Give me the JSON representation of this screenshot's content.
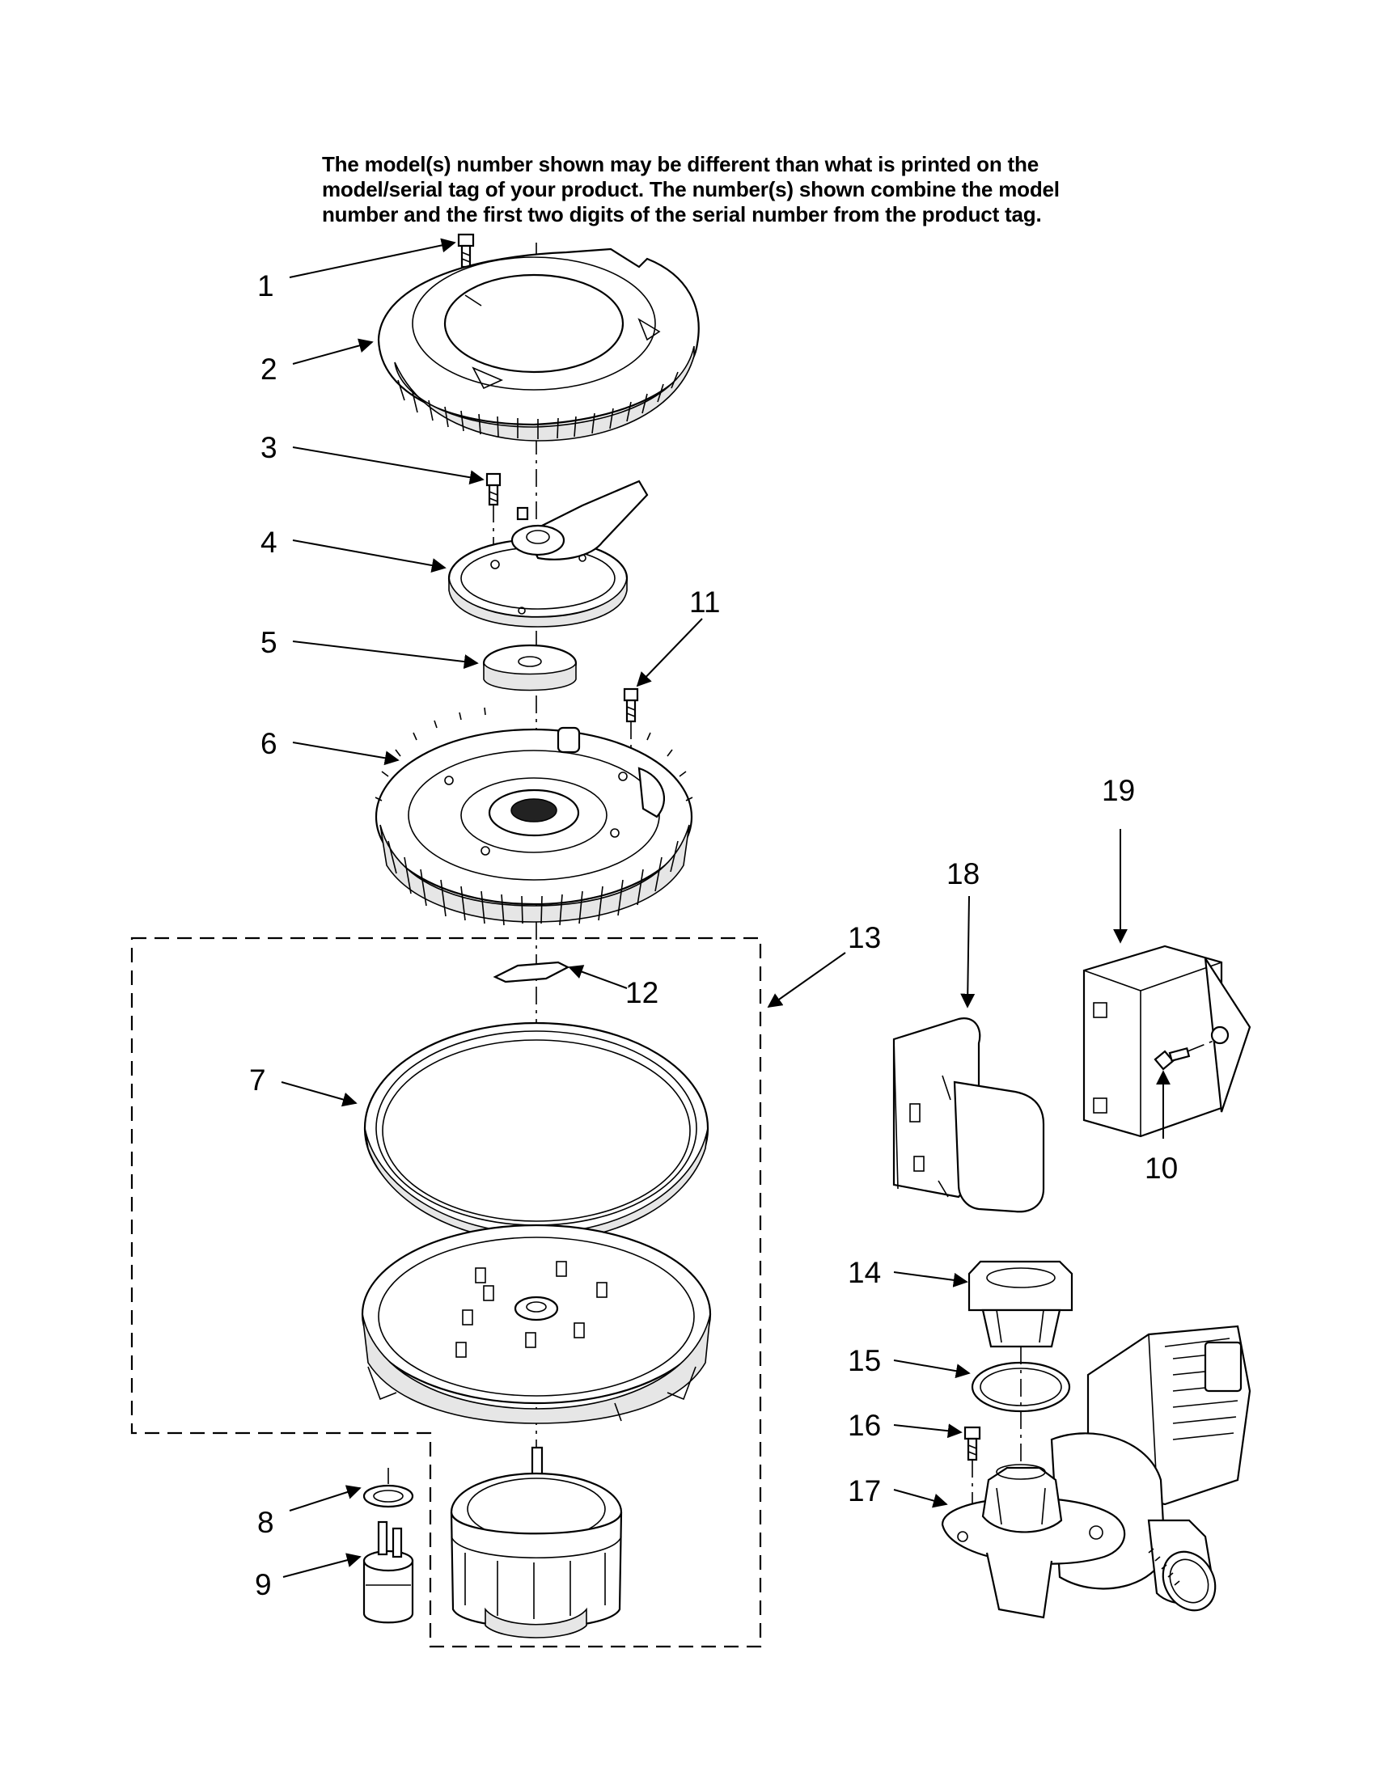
{
  "note_lines": [
    "The model(s) number shown may be different than what is printed on the",
    "model/serial tag of your product. The number(s) shown combine the model",
    "number and the first two digits of the serial number from the product tag."
  ],
  "callouts": {
    "c1": "1",
    "c2": "2",
    "c3": "3",
    "c4": "4",
    "c5": "5",
    "c6": "6",
    "c7": "7",
    "c8": "8",
    "c9": "9",
    "c10": "10",
    "c11": "11",
    "c12": "12",
    "c13": "13",
    "c14": "14",
    "c15": "15",
    "c16": "16",
    "c17": "17",
    "c18": "18",
    "c19": "19"
  }
}
